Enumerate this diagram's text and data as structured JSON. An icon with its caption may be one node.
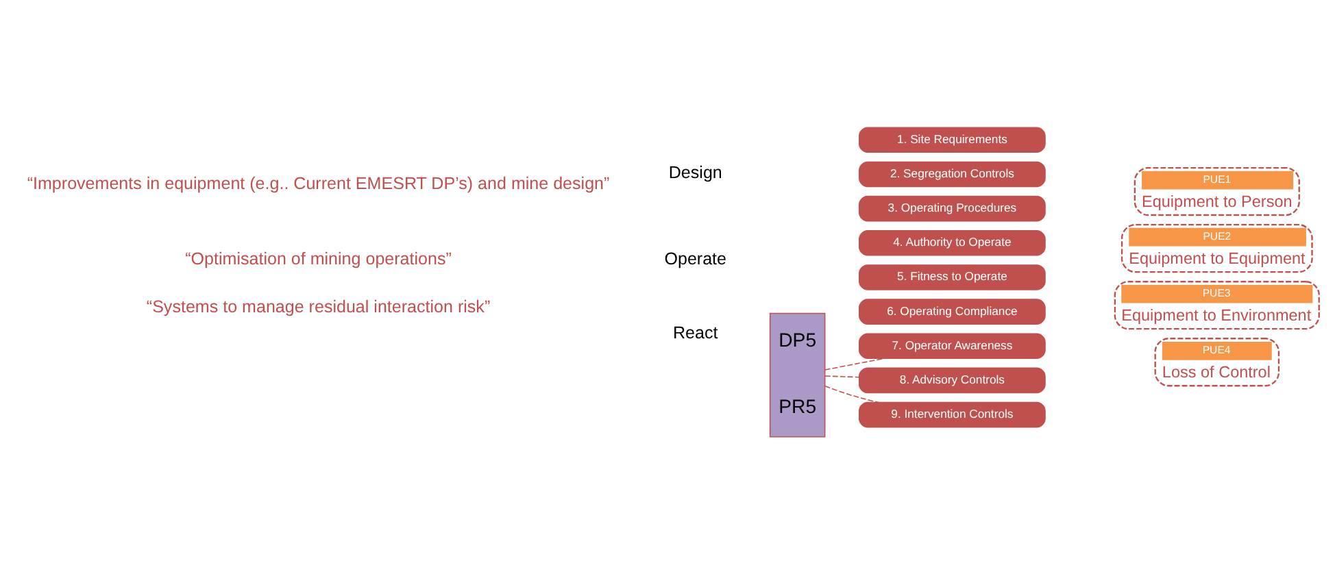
{
  "diagram": {
    "nodes": [
      {
        "text": [
          "1. Site Requirements"
        ]
      },
      {
        "text": [
          "2. Segregation Controls"
        ]
      },
      {
        "text": [
          "3. Operating Procedures"
        ]
      },
      {
        "text": [
          "4. Authority to Operate"
        ]
      },
      {
        "text": [
          "5. Fitness to Operate"
        ]
      },
      {
        "text": [
          "6. Operating Compliance"
        ]
      },
      {
        "text": [
          "7. Operator Awareness"
        ]
      },
      {
        "text": [
          "8. Advisory Controls"
        ]
      },
      {
        "text": [
          "9. Intervention Controls"
        ]
      },
      {
        "text": [
          "PUE1",
          "Equipment to Person"
        ]
      },
      {
        "text": [
          "PUE2",
          "Equipment to Equipment"
        ]
      },
      {
        "text": [
          "PUE3",
          "Equipment to Environment"
        ]
      },
      {
        "text": [
          "PUE4",
          "Loss of Control"
        ]
      },
      {
        "text": [
          "DP5",
          "PR5"
        ]
      }
    ],
    "edges": [
      {
        "from": 13,
        "to": 6,
        "arrow": "none",
        "style": "dashed"
      },
      {
        "from": 13,
        "to": 7,
        "arrow": "none",
        "style": "dashed"
      },
      {
        "from": 13,
        "to": 8,
        "arrow": "none",
        "style": "dashed"
      }
    ],
    "labels": [
      "“Improvements in equipment (e.g.. Current EMESRT DP’s) and mine design”",
      "Design",
      "“Optimisation of mining operations”",
      "Operate",
      "“Systems to manage residual interaction risk”",
      "React"
    ]
  }
}
